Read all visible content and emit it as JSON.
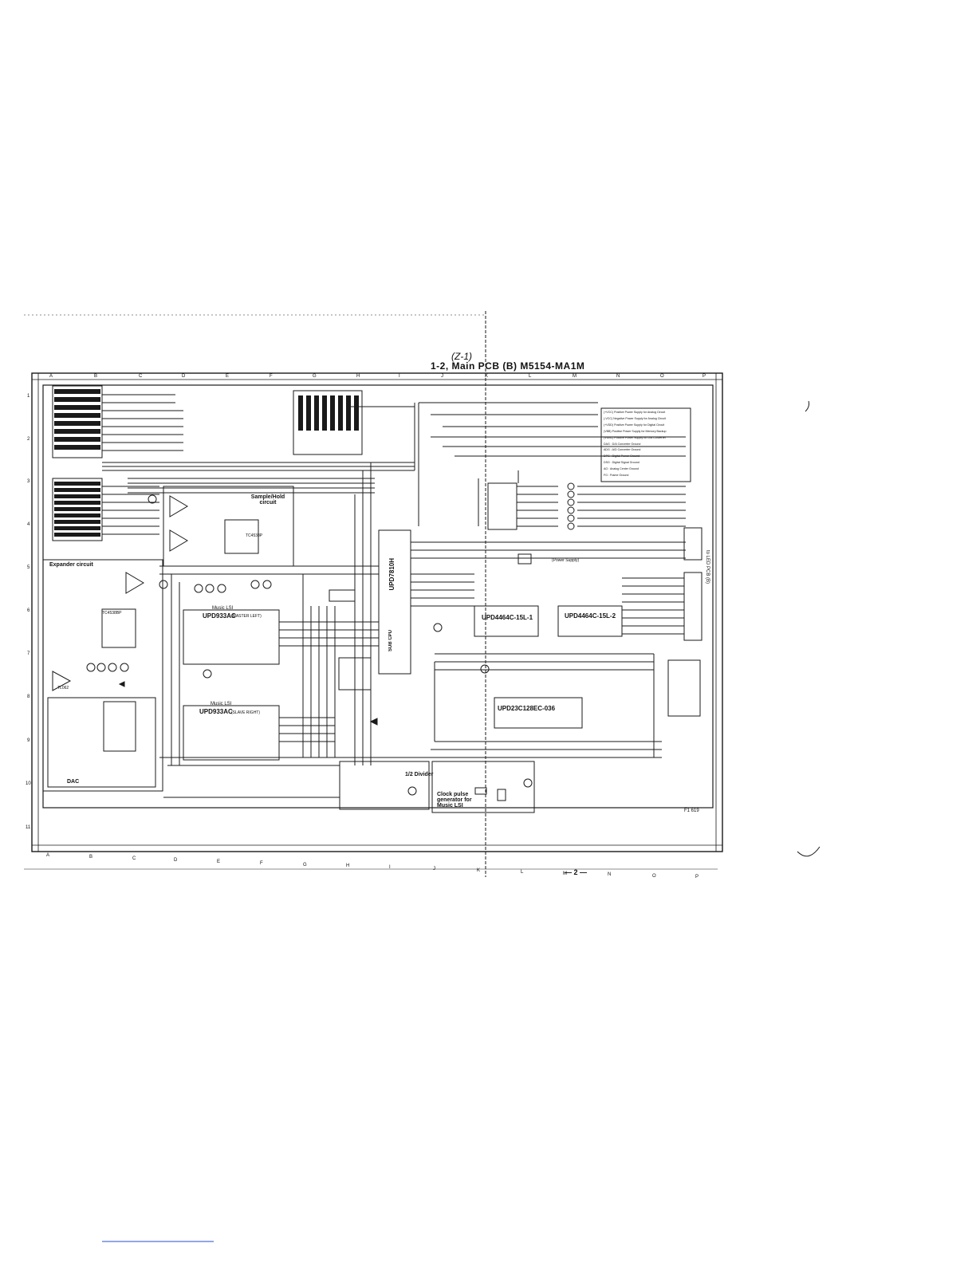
{
  "sheet": {
    "title": "1-2, Main PCB (B) M5154-MA1M",
    "handwritten_mark": "(Z-1)",
    "page_number": "— 2 —",
    "ref_label": "F1 619"
  },
  "grid": {
    "top_letters": [
      "A",
      "B",
      "C",
      "D",
      "E",
      "F",
      "G",
      "H",
      "I",
      "J",
      "K",
      "L",
      "M",
      "N",
      "O",
      "P"
    ],
    "bottom_letters": [
      "A",
      "B",
      "C",
      "D",
      "E",
      "F",
      "G",
      "H",
      "I",
      "J",
      "K",
      "L",
      "M",
      "N",
      "O",
      "P"
    ],
    "row_numbers": [
      "1",
      "2",
      "3",
      "4",
      "5",
      "6",
      "7",
      "8",
      "9",
      "10",
      "11"
    ]
  },
  "blocks": {
    "sample_hold": "Sample/Hold circuit",
    "expander": "Expander circuit",
    "dac": "DAC",
    "divider": "1/2 Divider",
    "clock": "Clock pulse generator for Music LSI",
    "power_supply": "(Power Supply)"
  },
  "chips": {
    "music_lsi_1": "Music LSI",
    "music_lsi_1_part": "UPD933AC",
    "music_lsi_1_role": "(MASTER LEFT)",
    "music_lsi_2": "Music LSI",
    "music_lsi_2_part": "UPD933AC",
    "music_lsi_2_role": "(SLAVE RIGHT)",
    "sub_cpu": "UPD7810H",
    "sub_cpu_label": "SUB CPU",
    "ram_1": "UPD4464C-15L-1",
    "ram_2": "UPD4464C-15L-2",
    "rom": "UPD23C128EC-036",
    "sh_ic": "TC4538P",
    "expander_ic": "TC4538BP",
    "opamp": "TL062"
  },
  "legend": [
    "(+VCC) Positive Power Supply for Analog Circuit",
    "(-VCC) Negative Power Supply for Analog Circuit",
    "(+VDD) Positive Power Supply for Digital Circuit",
    "(VBB) Positive Power Supply for Memory Backup",
    "(VDAC) Positive Power Supply for D/A Converter",
    "DAG : D/A Converter Ground",
    "ADG : A/D Converter Ground",
    "DPG : Digital Power Ground",
    "DSG : Digital Signal Ground",
    "AG : Analog Center Ground",
    "FG : Frame Ground"
  ],
  "connector": {
    "right_label": "to LED PCB (B)"
  },
  "colors": {
    "ink": "#1a1a1a",
    "paper": "#ffffff"
  }
}
